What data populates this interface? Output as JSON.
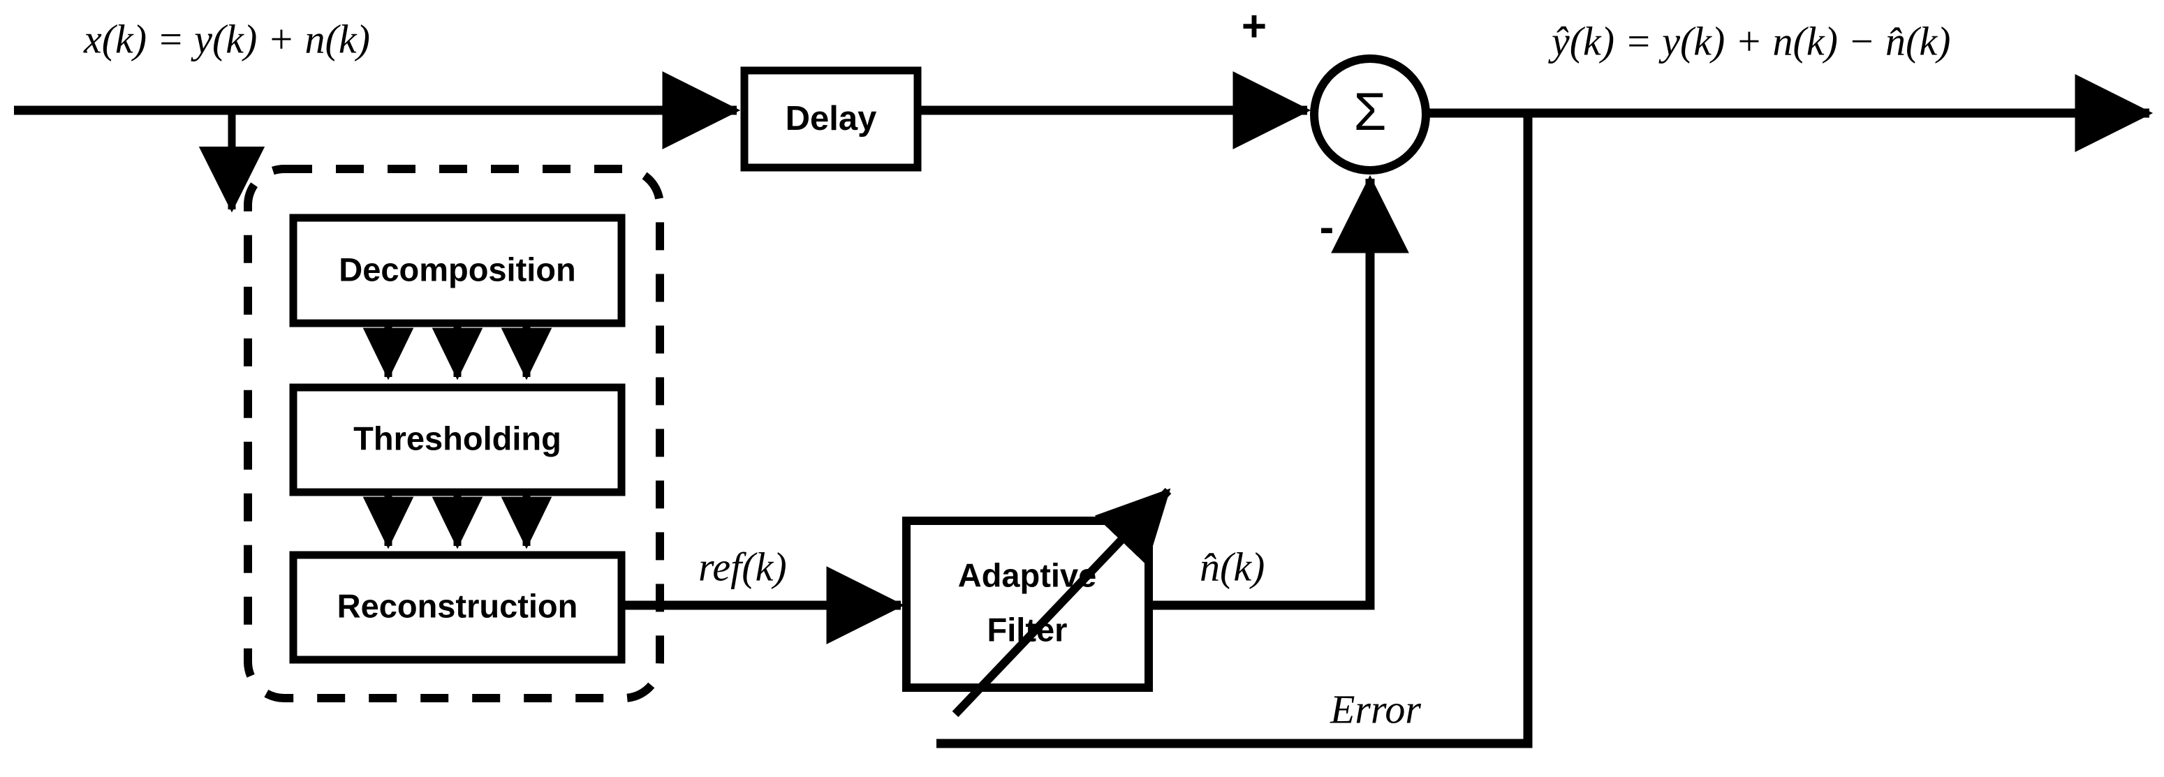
{
  "diagram": {
    "title": "Wavelet-based adaptive noise cancellation block diagram",
    "colors": {
      "stroke": "#000000",
      "background": "#ffffff",
      "block_fill": "#ffffff"
    },
    "signals": {
      "input": "x(k) = y(k) + n(k)",
      "output": "ŷ(k) = y(k) + n(k) −  n̂(k)",
      "reference": "ref(k)",
      "noise_estimate": "n̂(k)",
      "error": "Error"
    },
    "blocks": {
      "delay": "Delay",
      "decomposition": "Decomposition",
      "thresholding": "Thresholding",
      "reconstruction": "Reconstruction",
      "adaptive_filter_line1": "Adaptive",
      "adaptive_filter_line2": "Filter"
    },
    "summing_junction": {
      "symbol": "Σ",
      "positive_sign": "+",
      "negative_sign": "-"
    },
    "wavelet_group_caption": ""
  }
}
